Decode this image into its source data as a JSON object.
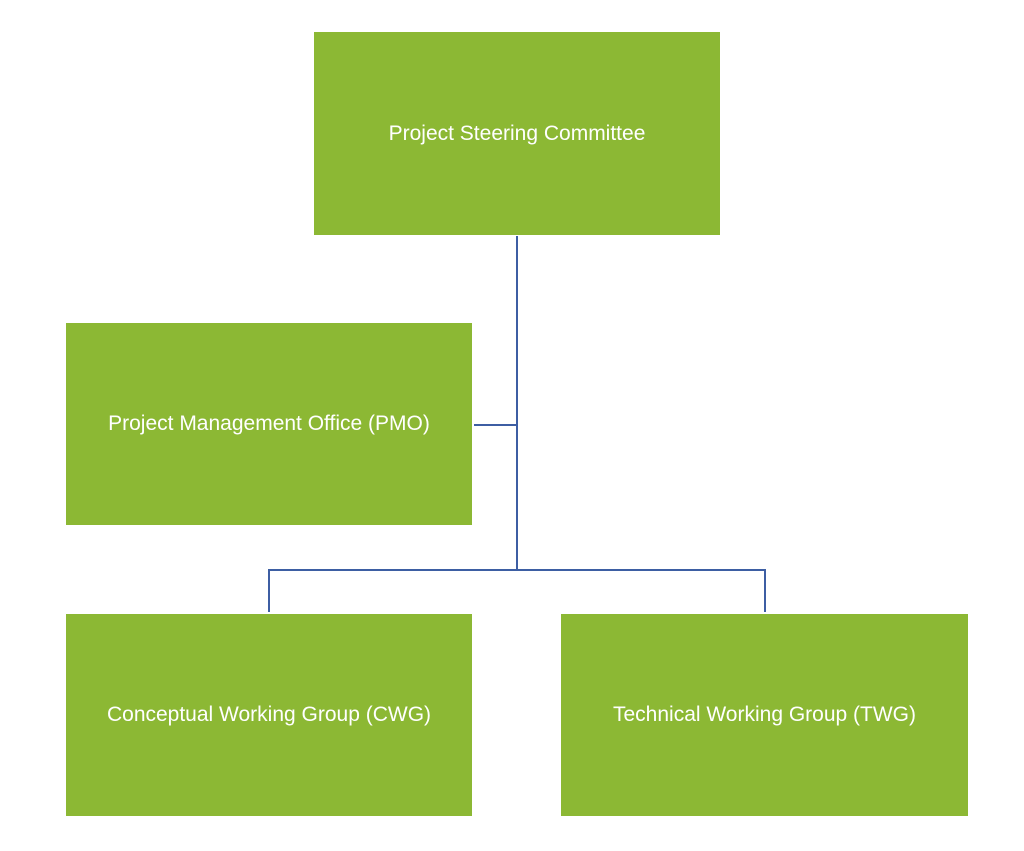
{
  "diagram": {
    "line_color": "#3d5ea3",
    "box_color": "#8cb834",
    "text_color": "#ffffff",
    "nodes": {
      "steering_committee": "Project Steering Committee",
      "pmo": "Project Management Office (PMO)",
      "cwg": "Conceptual Working Group (CWG)",
      "twg": "Technical Working Group (TWG)"
    }
  }
}
